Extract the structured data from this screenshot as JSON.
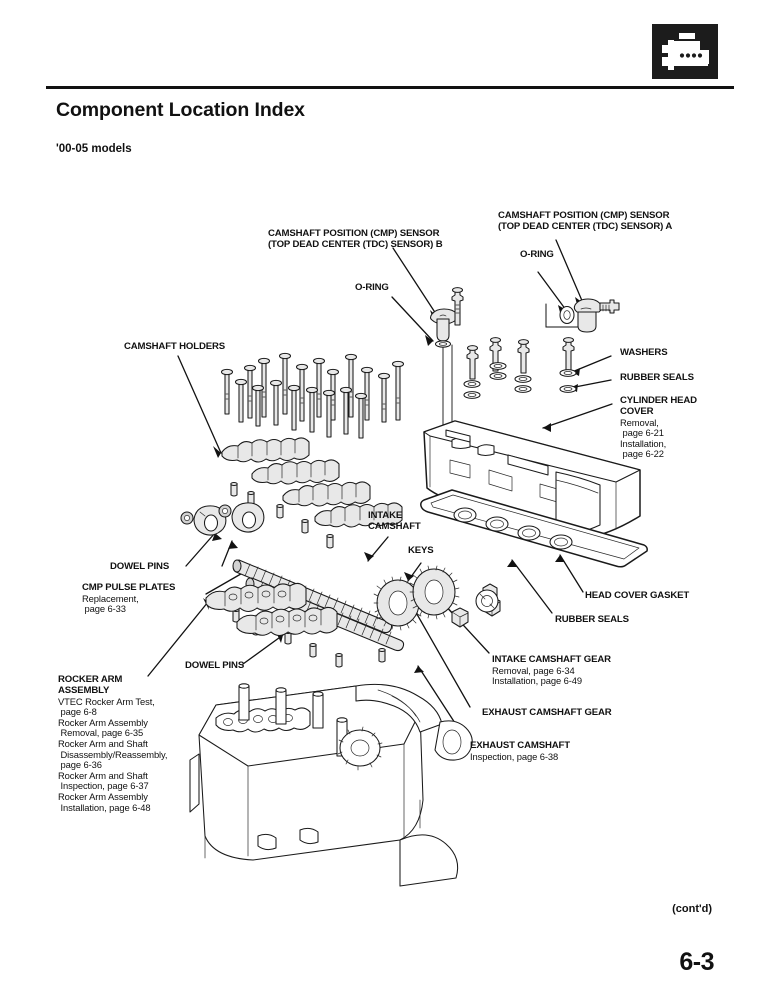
{
  "document": {
    "title": "Component Location Index",
    "subtitle": "'00-05 models",
    "badge_icon": "engine-block-icon",
    "continued_note": "(cont'd)",
    "page_number": "6-3"
  },
  "callouts": {
    "cmp_sensor_b": {
      "line1": "CAMSHAFT POSITION (CMP) SENSOR",
      "line2": "(TOP DEAD CENTER (TDC) SENSOR) B"
    },
    "cmp_sensor_a": {
      "line1": "CAMSHAFT POSITION (CMP) SENSOR",
      "line2": "(TOP DEAD CENTER (TDC) SENSOR) A"
    },
    "o_ring_left": "O-RING",
    "o_ring_right": "O-RING",
    "camshaft_holders": "CAMSHAFT HOLDERS",
    "washers": "WASHERS",
    "rubber_seals_top": "RUBBER SEALS",
    "cylinder_head_cover": {
      "title_line1": "CYLINDER HEAD",
      "title_line2": "COVER",
      "detail1": "Removal,",
      "detail2": " page 6-21",
      "detail3": "Installation,",
      "detail4": " page 6-22"
    },
    "intake_camshaft": {
      "line1": "INTAKE",
      "line2": "CAMSHAFT"
    },
    "keys": "KEYS",
    "dowel_pins_left": "DOWEL PINS",
    "dowel_pins_center": "DOWEL PINS",
    "cmp_pulse_plates": {
      "title": "CMP PULSE PLATES",
      "detail1": "Replacement,",
      "detail2": " page 6-33"
    },
    "head_cover_gasket": "HEAD COVER GASKET",
    "rubber_seals_bottom": "RUBBER SEALS",
    "intake_camshaft_gear": {
      "title": "INTAKE CAMSHAFT GEAR",
      "detail1": "Removal, page 6-34",
      "detail2": "Installation, page 6-49"
    },
    "exhaust_camshaft_gear": "EXHAUST CAMSHAFT GEAR",
    "exhaust_camshaft": {
      "title": "EXHAUST CAMSHAFT",
      "detail1": "Inspection, page 6-38"
    },
    "rocker_arm_assembly": {
      "title_line1": "ROCKER ARM",
      "title_line2": "ASSEMBLY",
      "detail1": "VTEC Rocker Arm Test,",
      "detail2": " page 6-8",
      "detail3": "Rocker Arm Assembly",
      "detail4": " Removal, page 6-35",
      "detail5": "Rocker Arm and Shaft",
      "detail6": " Disassembly/Reassembly,",
      "detail7": " page 6-36",
      "detail8": "Rocker Arm and Shaft",
      "detail9": " Inspection, page 6-37",
      "detail10": "Rocker Arm Assembly",
      "detail11": " Installation, page 6-48"
    }
  },
  "colors": {
    "ink": "#111111",
    "paper": "#ffffff",
    "badge_background": "#1c1c1c",
    "line": "#1a1a1a"
  }
}
